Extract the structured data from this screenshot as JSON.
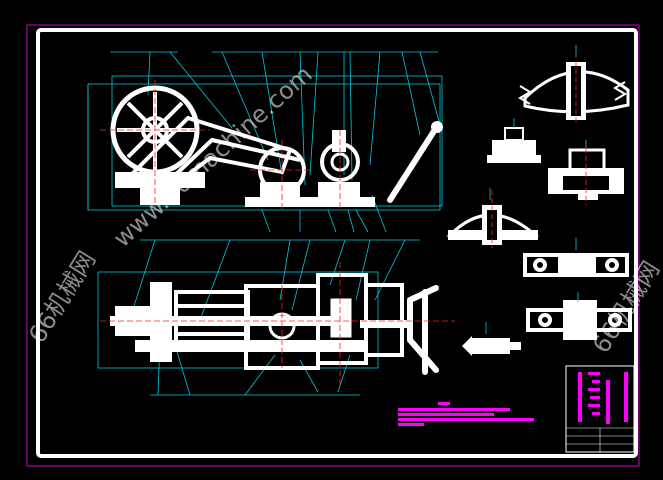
{
  "drawing": {
    "watermarks": [
      "66机械网",
      "www.66machine.com",
      "66机械网"
    ],
    "colors": {
      "background": "#000000",
      "outer_border": "#d000d0",
      "frame": "#ffffff",
      "part": "#ffffff",
      "dimension": "#00c8e0",
      "centerline": "#ff2020",
      "notes": "#ff00ff"
    },
    "legend": {
      "visible": true
    }
  }
}
